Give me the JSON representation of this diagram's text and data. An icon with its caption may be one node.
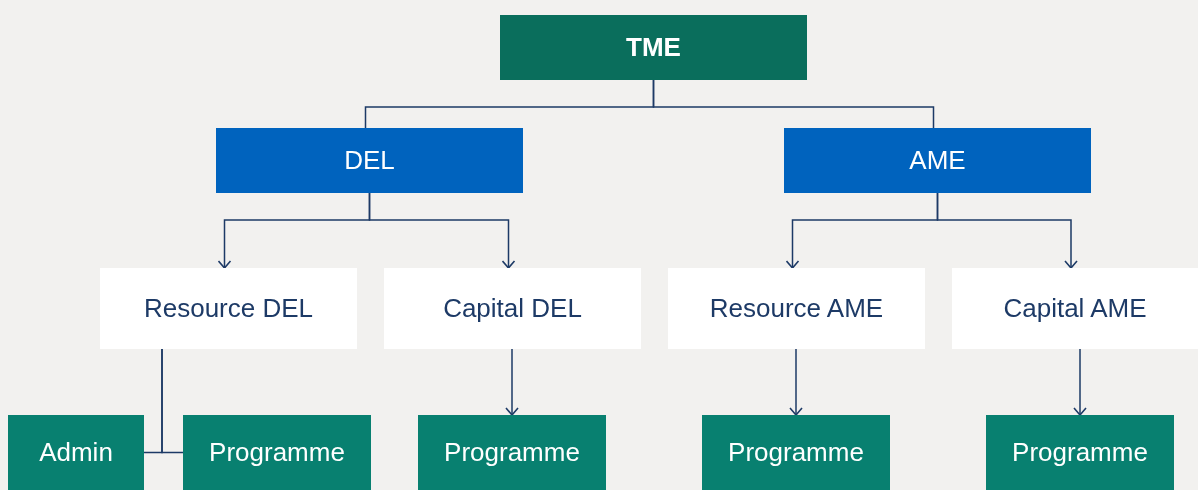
{
  "diagram": {
    "nodes": [
      {
        "text": [
          "TME"
        ]
      },
      {
        "text": [
          "DEL"
        ]
      },
      {
        "text": [
          "AME"
        ]
      },
      {
        "text": [
          "Resource DEL"
        ]
      },
      {
        "text": [
          "Capital DEL"
        ]
      },
      {
        "text": [
          "Resource AME"
        ]
      },
      {
        "text": [
          "Capital AME"
        ]
      },
      {
        "text": [
          "Admin"
        ]
      },
      {
        "text": [
          "Programme"
        ]
      },
      {
        "text": [
          "Programme"
        ]
      },
      {
        "text": [
          "Programme"
        ]
      },
      {
        "text": [
          "Programme"
        ]
      }
    ],
    "edges": [
      {
        "from": 0,
        "to": 1,
        "arrow": "none"
      },
      {
        "from": 0,
        "to": 2,
        "arrow": "none"
      },
      {
        "from": 1,
        "to": 3,
        "arrow": "to"
      },
      {
        "from": 1,
        "to": 4,
        "arrow": "to"
      },
      {
        "from": 2,
        "to": 5,
        "arrow": "to"
      },
      {
        "from": 2,
        "to": 6,
        "arrow": "to"
      },
      {
        "from": 3,
        "to": 7,
        "arrow": "none"
      },
      {
        "from": 3,
        "to": 8,
        "arrow": "none"
      },
      {
        "from": 4,
        "to": 9,
        "arrow": "to"
      },
      {
        "from": 5,
        "to": 10,
        "arrow": "to"
      },
      {
        "from": 6,
        "to": 11,
        "arrow": "to"
      }
    ]
  }
}
